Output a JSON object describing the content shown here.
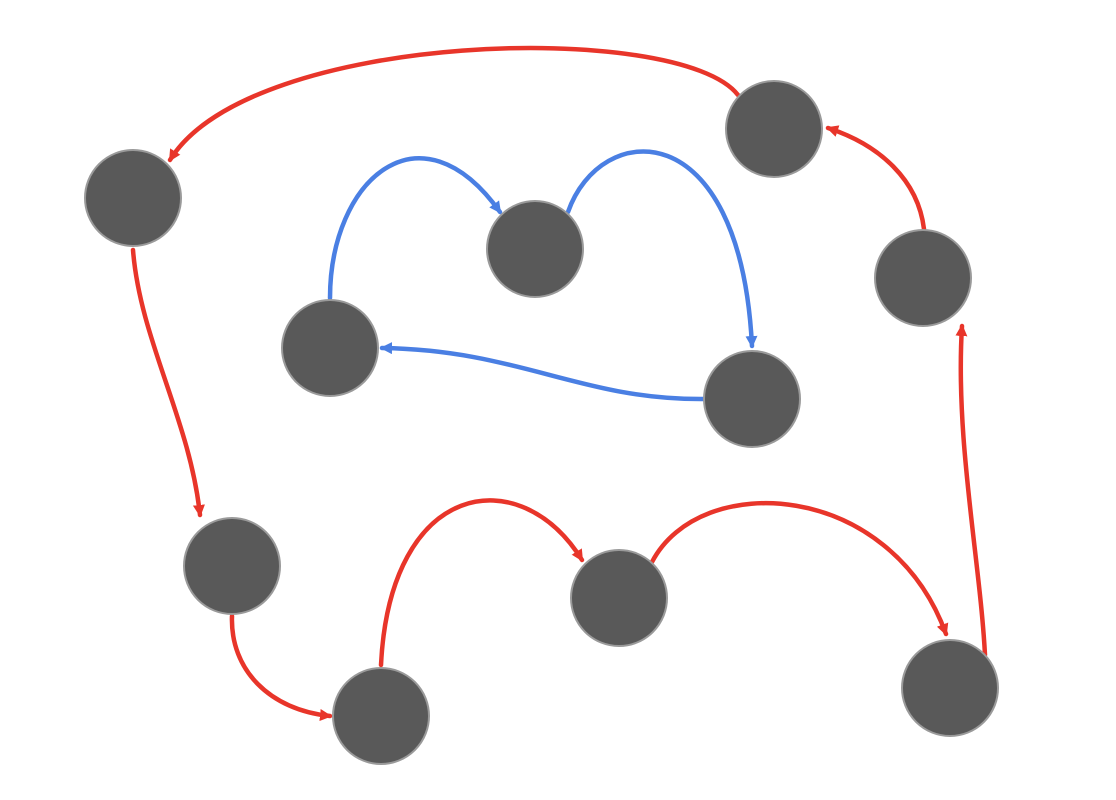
{
  "colors": {
    "background": "#ffffff",
    "node_fill": "#595959",
    "node_stroke": "#9a9a9a",
    "outer_cycle": "#e8352a",
    "inner_cycle": "#4a7fe3"
  },
  "graph": {
    "nodes": [
      {
        "id": "n1"
      },
      {
        "id": "n2"
      },
      {
        "id": "n3"
      },
      {
        "id": "n4"
      },
      {
        "id": "n5"
      },
      {
        "id": "n6"
      },
      {
        "id": "n7"
      },
      {
        "id": "n8"
      },
      {
        "id": "n9"
      },
      {
        "id": "n10"
      },
      {
        "id": "n11"
      }
    ],
    "edges": [
      {
        "from": "n10",
        "to": "n1",
        "color": "outer_cycle"
      },
      {
        "from": "n1",
        "to": "n5",
        "color": "outer_cycle"
      },
      {
        "from": "n5",
        "to": "n6",
        "color": "outer_cycle"
      },
      {
        "from": "n6",
        "to": "n7",
        "color": "outer_cycle"
      },
      {
        "from": "n7",
        "to": "n8",
        "color": "outer_cycle"
      },
      {
        "from": "n8",
        "to": "n9",
        "color": "outer_cycle"
      },
      {
        "from": "n9",
        "to": "n11",
        "color": "outer_cycle"
      },
      {
        "from": "n11",
        "to": "n10",
        "color": "outer_cycle"
      },
      {
        "from": "n2",
        "to": "n3",
        "color": "inner_cycle"
      },
      {
        "from": "n3",
        "to": "n4",
        "color": "inner_cycle"
      },
      {
        "from": "n4",
        "to": "n2",
        "color": "inner_cycle"
      }
    ]
  }
}
